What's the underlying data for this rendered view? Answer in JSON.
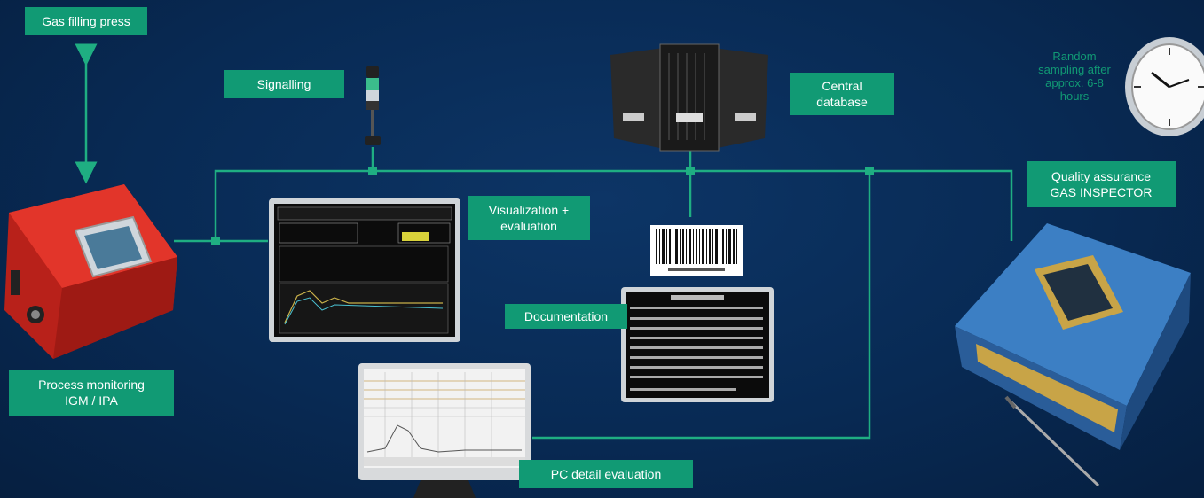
{
  "labels": {
    "gas_filling_press": "Gas filling press",
    "signalling": "Signalling",
    "central_database": "Central\ndatabase",
    "random_sampling": "Random\nsampling after\napprox. 6-8\nhours",
    "quality_assurance": "Quality assurance\nGAS INSPECTOR",
    "visualization": "Visualization +\nevaluation",
    "documentation": "Documentation",
    "process_monitoring": "Process monitoring\nIGM / IPA",
    "pc_detail": "PC detail evaluation"
  },
  "colors": {
    "background": "#082a54",
    "accent_green": "#119a74",
    "line_green": "#1fae82",
    "device_red": "#d42a1e",
    "device_blue": "#2f6db5"
  },
  "icons": [
    "arrow-double-vertical-icon",
    "signal-tower-icon",
    "server-tower-icon",
    "wall-clock-icon",
    "barcode-icon",
    "syringe-icon"
  ]
}
